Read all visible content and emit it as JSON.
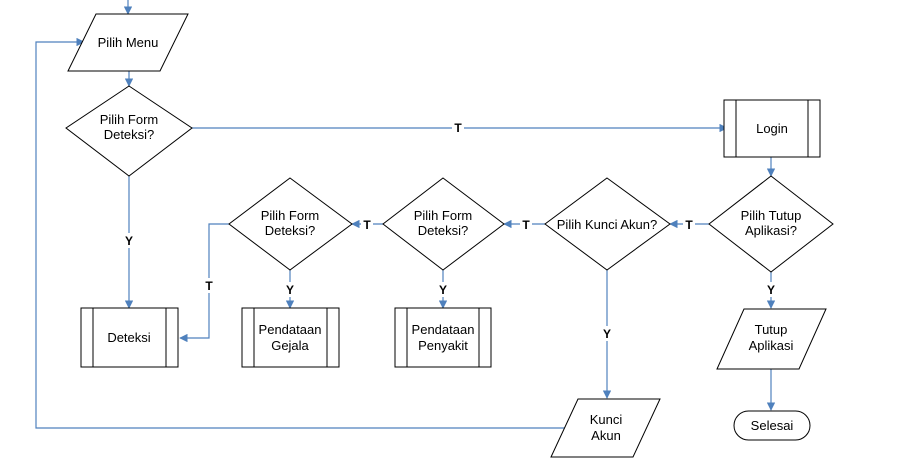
{
  "nodes": {
    "pilih_menu": "Pilih Menu",
    "dec_form_top": [
      "Pilih Form",
      "Deteksi?"
    ],
    "login": "Login",
    "dec_tutup": [
      "Pilih Tutup",
      "Aplikasi?"
    ],
    "dec_kunci": "Pilih Kunci Akun?",
    "dec_form_mid": [
      "Pilih Form",
      "Deteksi?"
    ],
    "dec_form_left": [
      "Pilih Form",
      "Deteksi?"
    ],
    "deteksi": "Deteksi",
    "pendataan_gejala": [
      "Pendataan",
      "Gejala"
    ],
    "pendataan_penyakit": [
      "Pendataan",
      "Penyakit"
    ],
    "tutup_aplikasi": [
      "Tutup",
      "Aplikasi"
    ],
    "kunci_akun": [
      "Kunci",
      "Akun"
    ],
    "selesai": "Selesai"
  },
  "labels": {
    "top_to_login": "T",
    "top_to_deteksi": "Y",
    "tutup_to_kunci": "T",
    "tutup_to_tutup": "Y",
    "kunci_to_mid": "T",
    "kunci_to_akun": "Y",
    "mid_to_left": "T",
    "mid_to_penyakit": "Y",
    "left_to_deteksi": "T",
    "left_to_gejala": "Y"
  },
  "colors": {
    "line": "#4f81bd",
    "shape_stroke": "#000000",
    "shape_fill": "#ffffff"
  }
}
